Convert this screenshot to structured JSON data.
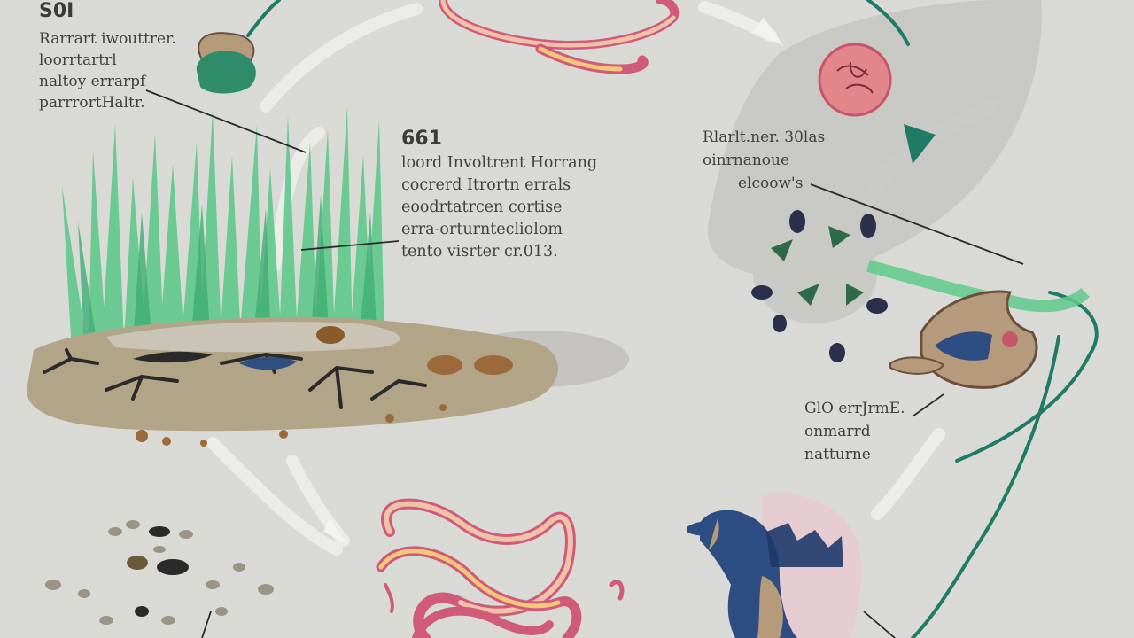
{
  "labels": {
    "soil": {
      "title": "S0I",
      "lines": [
        "Rarrart iwouttrer.",
        "loorrtartrl",
        "naltoy errarpf",
        "parrrortHaltr."
      ]
    },
    "grass": {
      "title": "661",
      "lines": [
        "loord Involtrent Horrang",
        "cocrerd Itrortn errals",
        "eoodrtatrcen cortise",
        "erra-orturntecliolom",
        "tento visrter cr.013."
      ]
    },
    "right": {
      "lines": [
        "Rlarlt.ner. 30las",
        "oinrnanoue",
        "elcoow's"
      ]
    },
    "bottom": {
      "lines": [
        "GlO errJrmE.",
        "onmarrd",
        "natturne"
      ]
    }
  },
  "colors": {
    "background": "#d9dad6",
    "grass": "#5fc98a",
    "soil": "#b2a487",
    "worm_outline": "#cf5a7a",
    "worm_fill": "#f0c2a8",
    "teal_arrow": "#1f7a66",
    "dog": "#2e4d82",
    "pebble": "#9b9486"
  }
}
